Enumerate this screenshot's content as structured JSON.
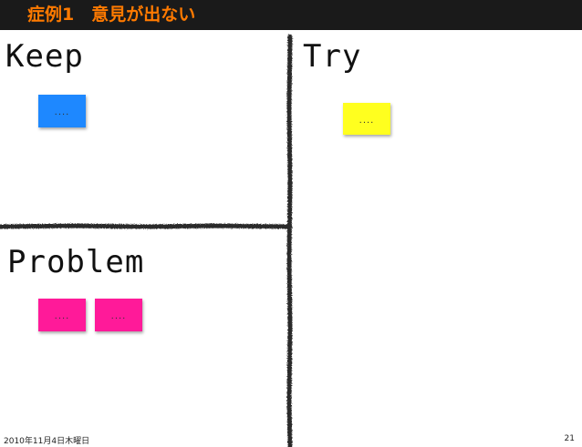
{
  "slide": {
    "title": "症例1　意見が出ない",
    "footer_date": "2010年11月4日木曜日",
    "page_number": "21"
  },
  "sections": {
    "keep": "Keep",
    "try": "Try",
    "problem": "Problem"
  },
  "stickies": {
    "keep": [
      {
        "text": "....",
        "color": "#1e88ff"
      }
    ],
    "try": [
      {
        "text": "....",
        "color": "#ffff1f"
      }
    ],
    "problem": [
      {
        "text": "....",
        "color": "#ff1a99"
      },
      {
        "text": "....",
        "color": "#ff1a99"
      }
    ]
  },
  "colors": {
    "title_bar": "#1a1a1a",
    "title_text": "#ff7a00",
    "chalk_line": "#2a2a2a"
  }
}
